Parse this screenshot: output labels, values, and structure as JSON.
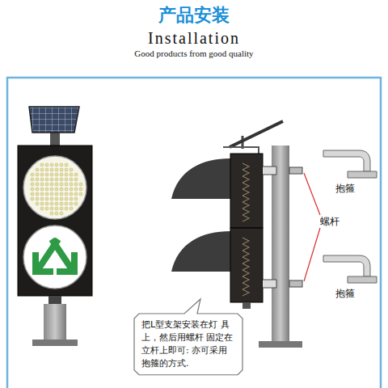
{
  "diagram": {
    "title": "产品安装",
    "nodes": [
      {
        "text": [
          "把L型支架安装在灯 具上，然后用螺杆 固定在立杆上即可: 亦可采用抱箍的方式."
        ]
      }
    ],
    "labels": [
      "Installation",
      "Good products from good quality",
      "抱箍",
      "螺杆",
      "抱箍"
    ]
  }
}
